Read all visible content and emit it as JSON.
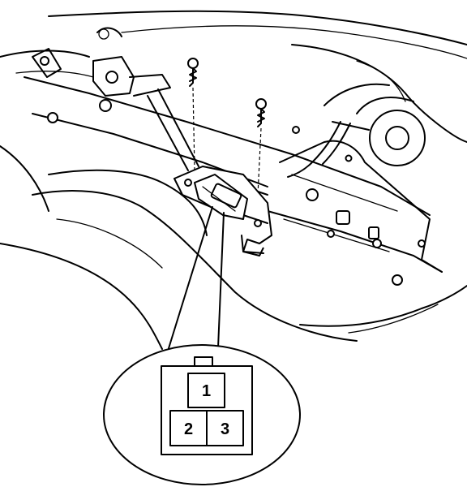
{
  "connector": {
    "pins": [
      {
        "label": "1"
      },
      {
        "label": "2"
      },
      {
        "label": "3"
      }
    ]
  }
}
